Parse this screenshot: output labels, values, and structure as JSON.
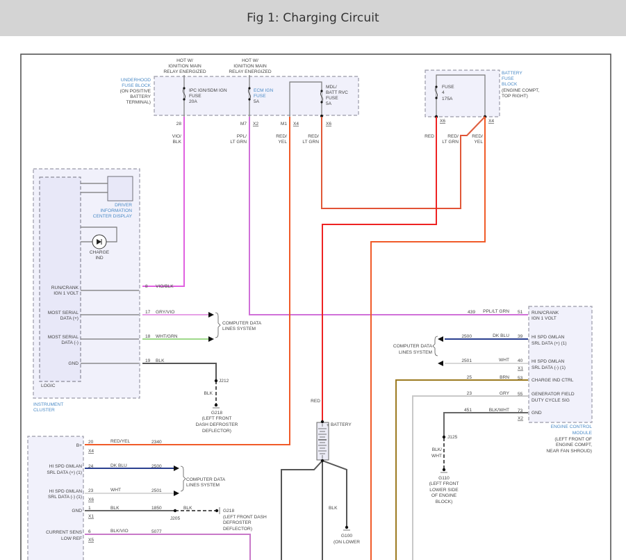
{
  "header": {
    "title": "Fig 1: Charging Circuit"
  },
  "top_labels": {
    "hot_ign_1": [
      "HOT W/",
      "IGNITION MAIN",
      "RELAY ENERGIZED"
    ],
    "hot_ign_2": [
      "HOT W/",
      "IGNITION MAIN",
      "RELAY ENERGIZED"
    ]
  },
  "underhood_fuse_block": {
    "name": [
      "UNDERHOOD",
      "FUSE BLOCK"
    ],
    "location": [
      "(ON POSITIVE",
      "BATTERY",
      "TERMINAL)"
    ],
    "fuses": [
      {
        "lines": [
          "IPC IGN/SDM IGN",
          "FUSE",
          "20A"
        ],
        "highlight": false
      },
      {
        "lines": [
          "ECM IGN",
          "FUSE",
          "5A"
        ],
        "highlight": true
      },
      {
        "lines": [
          "MDL/",
          "BATT RVC",
          "FUSE",
          "5A"
        ],
        "highlight": false
      }
    ],
    "pins": [
      "28",
      "M7",
      "X2",
      "M1",
      "X4",
      "X6"
    ],
    "wire_colors": [
      [
        "VIO/",
        "BLK"
      ],
      [
        "PPL/",
        "LT GRN"
      ],
      [
        "RED/",
        "YEL"
      ],
      [
        "RED/",
        "LT GRN"
      ]
    ]
  },
  "battery_fuse_block": {
    "name": [
      "BATTERY",
      "FUSE",
      "BLOCK"
    ],
    "location": [
      "(ENGINE COMPT,",
      "TOP RIGHT)"
    ],
    "fuse": [
      "FUSE",
      "4",
      "175A"
    ],
    "pins": [
      "X6",
      "X4"
    ],
    "wire_colors": [
      [
        "RED"
      ],
      [
        "RED/",
        "LT GRN"
      ],
      [
        "RED/",
        "YEL"
      ]
    ]
  },
  "instrument_cluster": {
    "name": [
      "INSTRUMENT",
      "CLUSTER"
    ],
    "logic_label": "LOGIC",
    "dic": [
      "DRIVER",
      "INFORMATION",
      "CENTER DISPLAY"
    ],
    "charge_ind": [
      "CHARGE",
      "IND"
    ],
    "pins": [
      {
        "label": [
          "RUN/CRANK",
          "IGN 1 VOLT"
        ],
        "pin": "8",
        "wire": "VIO/BLK"
      },
      {
        "label": [
          "MOST SERIAL",
          "DATA (+)"
        ],
        "pin": "17",
        "wire": "GRY/VIO"
      },
      {
        "label": [
          "MOST SERIAL",
          "DATA (-)"
        ],
        "pin": "18",
        "wire": "WHT/GRN"
      },
      {
        "label": [
          "GND"
        ],
        "pin": "19",
        "wire": "BLK"
      }
    ],
    "data_lines": [
      "COMPUTER DATA",
      "LINES SYSTEM"
    ],
    "splice": "J212",
    "splice_wire": "BLK",
    "ground": [
      "G218",
      "(LEFT FRONT",
      "DASH DEFROSTER",
      "DEFLECTOR)"
    ]
  },
  "ecm": {
    "name": [
      "ENGINE CONTROL",
      "MODULE"
    ],
    "location": [
      "(LEFT FRONT OF",
      "ENGINE COMPT,",
      "NEAR FAN SHROUD)"
    ],
    "pins": [
      {
        "circuit": "439",
        "wire": "PPL/LT GRN",
        "pin": "51",
        "label": [
          "RUN/CRANK",
          "IGN 1 VOLT"
        ]
      },
      {
        "circuit": "2500",
        "wire": "DK BLU",
        "pin": "39",
        "label": [
          "HI SPD GMLAN",
          "SRL DATA (+) (1)"
        ]
      },
      {
        "circuit": "2501",
        "wire": "WHT",
        "pin": "40",
        "label": [
          "HI SPD GMLAN",
          "SRL DATA (-) (1)"
        ],
        "connector": "X1"
      },
      {
        "circuit": "25",
        "wire": "BRN",
        "pin": "53",
        "label": [
          "CHARGE IND CTRL"
        ]
      },
      {
        "circuit": "23",
        "wire": "GRY",
        "pin": "55",
        "label": [
          "GENERATOR FIELD",
          "DUTY CYCLE SIG"
        ]
      },
      {
        "circuit": "451",
        "wire": "BLK/WHT",
        "pin": "73",
        "label": [
          "GND"
        ],
        "connector": "X2"
      }
    ],
    "data_lines": [
      "COMPUTER DATA",
      "LINES SYSTEM"
    ],
    "splice": "J125",
    "splice_wire": [
      "BLK/",
      "WHT"
    ],
    "ground": [
      "G110",
      "(LEFT FRONT",
      "LOWER SIDE",
      "OF ENGINE",
      "BLOCK)"
    ]
  },
  "battery": {
    "label": "BATTERY",
    "top_wire": "RED",
    "bottom_wire": "BLK",
    "ground": [
      "G100",
      "(ON LOWER"
    ]
  },
  "lower_module": {
    "pins": [
      {
        "label": [
          "B+"
        ],
        "pin": "20",
        "wire": "RED/YEL",
        "circuit": "2340",
        "connector": "X4"
      },
      {
        "label": [
          "HI SPD GMLAN",
          "SRL DATA (+) (1)"
        ],
        "pin": "24",
        "wire": "DK BLU",
        "circuit": "2500"
      },
      {
        "label": [
          "HI SPD GMLAN",
          "SRL DATA (-) (1)"
        ],
        "pin": "23",
        "wire": "WHT",
        "circuit": "2501",
        "connector": "X6"
      },
      {
        "label": [
          "GND"
        ],
        "pin": "1",
        "wire": "BLK",
        "circuit": "1850",
        "connector": "X1"
      },
      {
        "label": [
          "CURRENT SENS",
          "LOW REF"
        ],
        "pin": "6",
        "wire": "BLK/VIO",
        "circuit": "5077",
        "connector": "X5"
      }
    ],
    "data_lines": [
      "COMPUTER DATA",
      "LINES SYSTEM"
    ],
    "splice": "J205",
    "splice_wire": "BLK",
    "ground": [
      "G218",
      "(LEFT FRONT DASH",
      "DEFROSTER",
      "DEFLECTOR)"
    ]
  },
  "colors": {
    "vio_blk": "#e060e0",
    "ppl_lt_grn": "#d070d8",
    "red": "#ee2222",
    "red_yel": "#f05a28",
    "red_lt_grn": "#ee3a2a",
    "dk_blu": "#2a3f8f",
    "brn": "#9c7a20",
    "gry": "#c8c8c8",
    "blk": "#555555",
    "label_blue": "#4a8ac6"
  }
}
